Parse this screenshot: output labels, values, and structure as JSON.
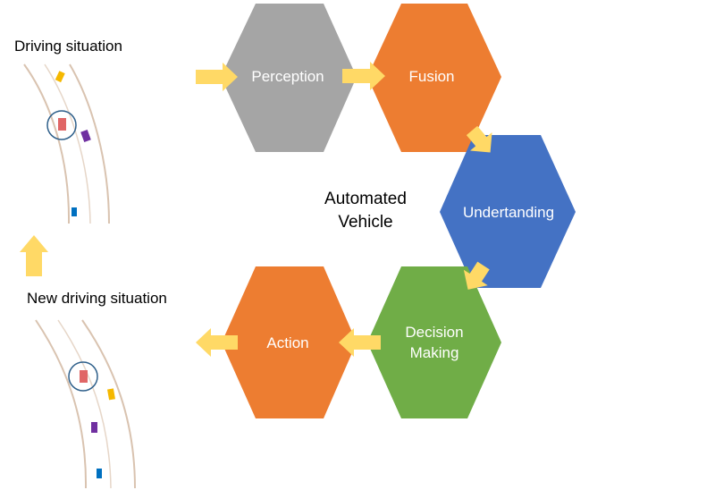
{
  "situation": {
    "current_label": "Driving situation",
    "new_label": "New driving situation"
  },
  "center": {
    "line1": "Automated",
    "line2": "Vehicle"
  },
  "stages": {
    "perception": "Perception",
    "fusion": "Fusion",
    "understanding": "Undertanding",
    "decision_line1": "Decision",
    "decision_line2": "Making",
    "action": "Action"
  },
  "colors": {
    "perception": "#a5a5a5",
    "fusion": "#ed7d31",
    "understanding": "#4472c4",
    "decision": "#70ad47",
    "action": "#ed7d31",
    "arrow": "#ffd966",
    "road": "#d9c3b0",
    "highlight_circle": "#2e5f8a",
    "ego_car": "#e06666",
    "car_yellow": "#f5b800",
    "car_purple": "#7030a0",
    "car_blue": "#0070c0"
  }
}
